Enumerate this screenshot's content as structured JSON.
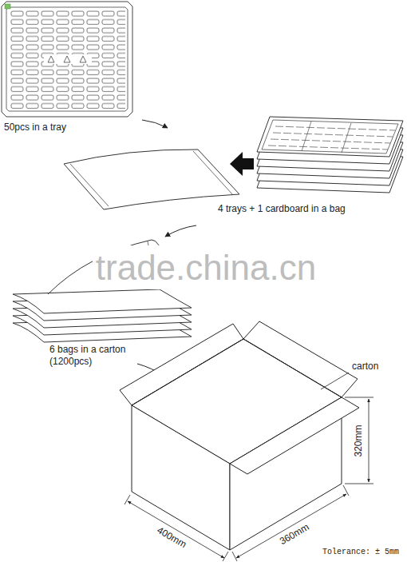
{
  "diagram": {
    "labels": [
      "50pcs in a tray",
      "4 trays + 1 cardboard in a bag",
      "trade.china.cn",
      "6 bags in a carton (1200pcs)",
      "carton",
      "320mm",
      "400mm",
      "360mm",
      "Tolerance: ± 5mm"
    ]
  }
}
